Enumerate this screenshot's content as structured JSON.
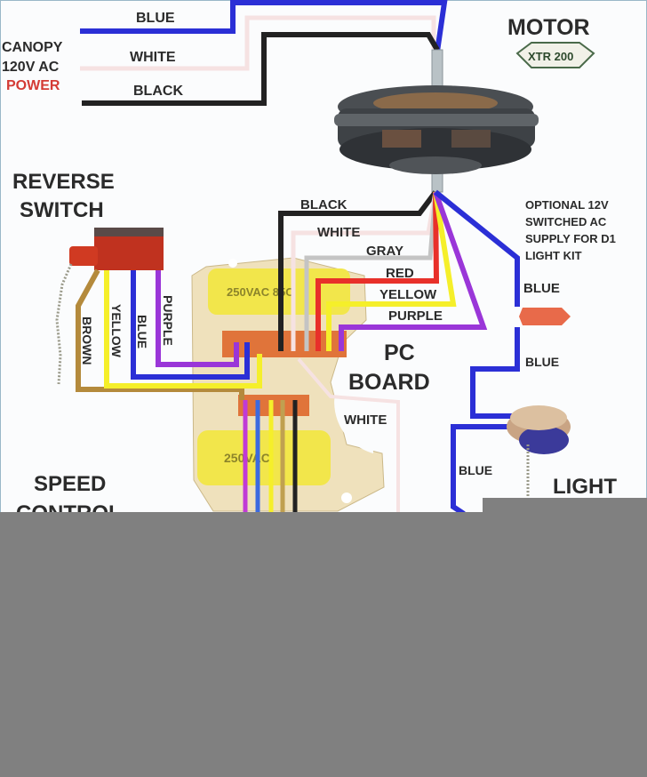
{
  "canopy": {
    "line1": "CANOPY",
    "line2": "120V AC",
    "line3": "POWER"
  },
  "canopy_wires": {
    "blue": "BLUE",
    "white": "WHITE",
    "black": "BLACK"
  },
  "motor": {
    "title": "MOTOR",
    "badge": "XTR 200"
  },
  "reverse_switch": {
    "line1": "REVERSE",
    "line2": "SWITCH",
    "wires": [
      "BROWN",
      "YELLOW",
      "BLUE",
      "PURPLE"
    ]
  },
  "motor_wires": {
    "black": "BLACK",
    "white": "WHITE",
    "gray": "GRAY",
    "red": "RED",
    "yellow": "YELLOW",
    "purple": "PURPLE"
  },
  "optional_note": [
    "OPTIONAL 12V",
    "SWITCHED AC",
    "SUPPLY FOR D1",
    "LIGHT KIT"
  ],
  "light_wires": {
    "blue_top": "BLUE",
    "blue_mid": "BLUE",
    "blue_low": "BLUE"
  },
  "pc_board": {
    "line1": "PC",
    "line2": "BOARD",
    "white_wire": "WHITE"
  },
  "capacitor_text": {
    "top": "250VAC 85C",
    "bottom": "250VAC"
  },
  "speed_control": {
    "line1": "SPEED",
    "line2": "CONTROL"
  },
  "light": {
    "title": "LIGHT"
  },
  "colors": {
    "blue": "#2b2fd6",
    "black": "#222222",
    "white_wire": "#f6e6e6",
    "gray": "#c4c4c4",
    "red": "#e8302a",
    "yellow": "#f5ef2a",
    "purple": "#9a36d8",
    "brown": "#b48a3c",
    "power_red": "#d43b35",
    "background": "#fbfcfd",
    "mask": "#808080"
  }
}
